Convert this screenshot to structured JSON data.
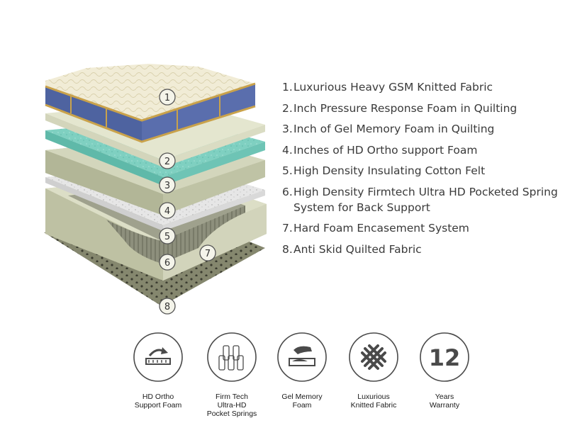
{
  "layers": [
    {
      "num": "1.",
      "text": "Luxurious Heavy GSM Knitted Fabric"
    },
    {
      "num": "2.",
      "text": "Inch Pressure Response Foam in Quilting"
    },
    {
      "num": "3.",
      "text": "Inch of Gel Memory Foam in Quilting"
    },
    {
      "num": "4.",
      "text": "Inches of HD Ortho support Foam"
    },
    {
      "num": "5.",
      "text": "High Density Insulating Cotton Felt"
    },
    {
      "num": "6.",
      "text": "High Density Firmtech Ultra HD Pocketed Spring System for Back Support"
    },
    {
      "num": "7.",
      "text": "Hard Foam Encasement System"
    },
    {
      "num": "8.",
      "text": "Anti Skid Quilted Fabric"
    }
  ],
  "badges": [
    "1",
    "2",
    "3",
    "4",
    "5",
    "6",
    "7",
    "8"
  ],
  "features": [
    {
      "icon": "hd-ortho-foam-icon",
      "label": "HD Ortho\nSupport Foam"
    },
    {
      "icon": "pocket-springs-icon",
      "label": "Firm Tech\nUltra-HD\nPocket Springs"
    },
    {
      "icon": "gel-memory-foam-icon",
      "label": "Gel Memory\nFoam"
    },
    {
      "icon": "knitted-fabric-icon",
      "label": "Luxurious\nKnitted Fabric"
    },
    {
      "icon": "warranty-12-icon",
      "label": "Years\nWarranty",
      "value": "12"
    }
  ],
  "colors": {
    "fabric_top": "#f1ecd6",
    "fabric_side": "#4e63a0",
    "piping": "#c9a24b",
    "foam_cream": "#e4e6cf",
    "gel_foam": "#7fd0c1",
    "ortho_foam": "#c9cdb0",
    "felt": "#e2e2e2",
    "spring_unit": "#8d8f7c",
    "encasement": "#d6d8bf",
    "anti_skid": "#85876e",
    "icon_grey": "#4a4a4a",
    "text": "#3a3a3a"
  }
}
